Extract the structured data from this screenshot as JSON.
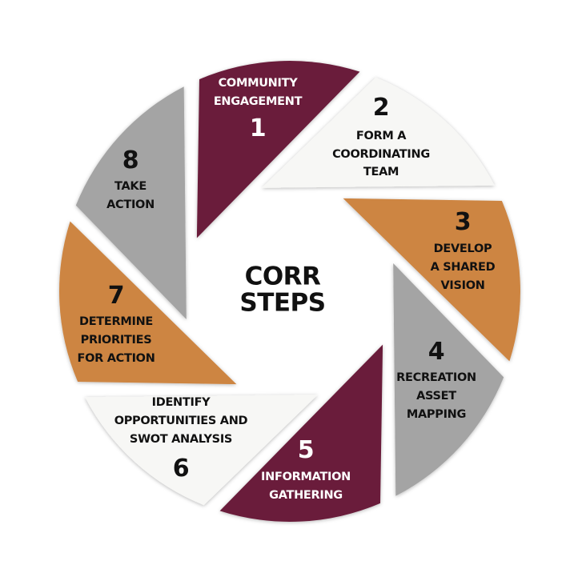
{
  "title": {
    "line1": "CORR",
    "line2": "STEPS"
  },
  "colors": {
    "maroon": "#6a1e3a",
    "white": "#f7f7f5",
    "orange": "#cd8542",
    "gray": "#a4a4a4"
  },
  "steps": [
    {
      "number": "1",
      "lines": [
        "COMMUNITY",
        "ENGAGEMENT"
      ],
      "color": "#6a1e3a"
    },
    {
      "number": "2",
      "lines": [
        "FORM A",
        "COORDINATING",
        "TEAM"
      ],
      "color": "#f7f7f5"
    },
    {
      "number": "3",
      "lines": [
        "DEVELOP",
        "A SHARED",
        "VISION"
      ],
      "color": "#cd8542"
    },
    {
      "number": "4",
      "lines": [
        "RECREATION",
        "ASSET",
        "MAPPING"
      ],
      "color": "#a4a4a4"
    },
    {
      "number": "5",
      "lines": [
        "INFORMATION",
        "GATHERING"
      ],
      "color": "#6a1e3a"
    },
    {
      "number": "6",
      "lines": [
        "IDENTIFY",
        "OPPORTUNITIES AND",
        "SWOT ANALYSIS"
      ],
      "color": "#f7f7f5"
    },
    {
      "number": "7",
      "lines": [
        "DETERMINE",
        "PRIORITIES",
        "FOR ACTION"
      ],
      "color": "#cd8542"
    },
    {
      "number": "8",
      "lines": [
        "TAKE",
        "ACTION"
      ],
      "color": "#a4a4a4"
    }
  ]
}
